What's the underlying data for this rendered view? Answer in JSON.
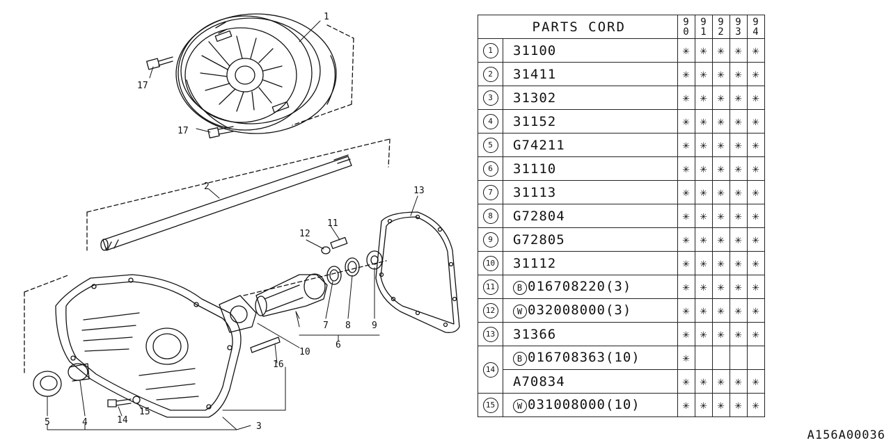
{
  "table": {
    "header": "PARTS CORD",
    "years": [
      "90",
      "91",
      "92",
      "93",
      "94"
    ],
    "rows": [
      {
        "no": "1",
        "prefix": "",
        "code": "31100",
        "qty": "",
        "marks": [
          "*",
          "*",
          "*",
          "*",
          "*"
        ]
      },
      {
        "no": "2",
        "prefix": "",
        "code": "31411",
        "qty": "",
        "marks": [
          "*",
          "*",
          "*",
          "*",
          "*"
        ]
      },
      {
        "no": "3",
        "prefix": "",
        "code": "31302",
        "qty": "",
        "marks": [
          "*",
          "*",
          "*",
          "*",
          "*"
        ]
      },
      {
        "no": "4",
        "prefix": "",
        "code": "31152",
        "qty": "",
        "marks": [
          "*",
          "*",
          "*",
          "*",
          "*"
        ]
      },
      {
        "no": "5",
        "prefix": "",
        "code": "G74211",
        "qty": "",
        "marks": [
          "*",
          "*",
          "*",
          "*",
          "*"
        ]
      },
      {
        "no": "6",
        "prefix": "",
        "code": "31110",
        "qty": "",
        "marks": [
          "*",
          "*",
          "*",
          "*",
          "*"
        ]
      },
      {
        "no": "7",
        "prefix": "",
        "code": "31113",
        "qty": "",
        "marks": [
          "*",
          "*",
          "*",
          "*",
          "*"
        ]
      },
      {
        "no": "8",
        "prefix": "",
        "code": "G72804",
        "qty": "",
        "marks": [
          "*",
          "*",
          "*",
          "*",
          "*"
        ]
      },
      {
        "no": "9",
        "prefix": "",
        "code": "G72805",
        "qty": "",
        "marks": [
          "*",
          "*",
          "*",
          "*",
          "*"
        ]
      },
      {
        "no": "10",
        "prefix": "",
        "code": "31112",
        "qty": "",
        "marks": [
          "*",
          "*",
          "*",
          "*",
          "*"
        ]
      },
      {
        "no": "11",
        "prefix": "B",
        "code": "016708220",
        "qty": "(3)",
        "marks": [
          "*",
          "*",
          "*",
          "*",
          "*"
        ]
      },
      {
        "no": "12",
        "prefix": "W",
        "code": "032008000",
        "qty": "(3)",
        "marks": [
          "*",
          "*",
          "*",
          "*",
          "*"
        ]
      },
      {
        "no": "13",
        "prefix": "",
        "code": "31366",
        "qty": "",
        "marks": [
          "*",
          "*",
          "*",
          "*",
          "*"
        ]
      }
    ],
    "row14": {
      "no": "14",
      "a": {
        "prefix": "B",
        "code": "016708363",
        "qty": "(10)",
        "marks": [
          "*",
          "",
          "",
          "",
          ""
        ]
      },
      "b": {
        "prefix": "",
        "code": "A70834",
        "qty": "",
        "marks": [
          "*",
          "*",
          "*",
          "*",
          "*"
        ]
      }
    },
    "row15": {
      "no": "15",
      "prefix": "W",
      "code": "031008000",
      "qty": "(10)",
      "marks": [
        "*",
        "*",
        "*",
        "*",
        "*"
      ]
    }
  },
  "diagram": {
    "callouts": [
      "1",
      "2",
      "3",
      "4",
      "5",
      "6",
      "7",
      "8",
      "9",
      "10",
      "11",
      "12",
      "13",
      "14",
      "15",
      "16",
      "17",
      "17"
    ]
  },
  "reference_code": "A156A00036"
}
